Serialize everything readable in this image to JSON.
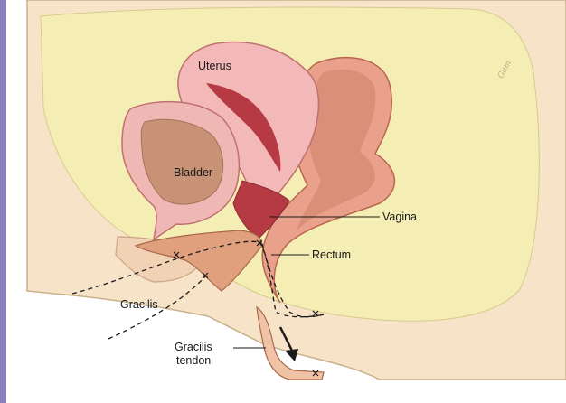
{
  "labels": {
    "uterus": "Uterus",
    "bladder": "Bladder",
    "vagina": "Vagina",
    "rectum": "Rectum",
    "gracilis": "Gracilis",
    "gracilis_tendon_line1": "Gracilis",
    "gracilis_tendon_line2": "tendon"
  },
  "signature": "Gam",
  "colors": {
    "frame": "#8a7fbd",
    "skin": "#f7e4c8",
    "skin_outline": "#c9b08c",
    "pelvic_cavity": "#f5eeb4",
    "uterus": "#f3b8b8",
    "uterus_inner": "#eec9c5",
    "bladder_wall": "#f0b8b5",
    "bladder_lumen": "#c89276",
    "rectum": "#e9a18b",
    "rectum_lumen": "#d98f78",
    "muscle": "#e0a07e",
    "vagina": "#b63a44",
    "suture": "#1a1a1a"
  }
}
